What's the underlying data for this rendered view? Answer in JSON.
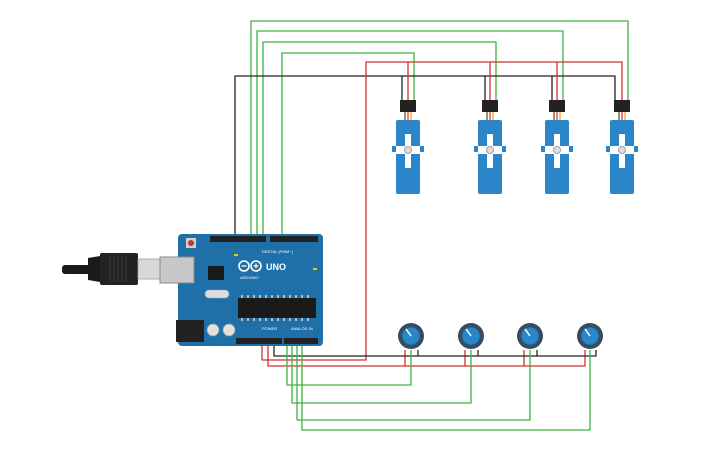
{
  "diagram": {
    "components": {
      "board": {
        "digital_label": "DIGITAL (PWM~)",
        "brand_label": "ARDUINO",
        "model_label": "UNO",
        "power_label": "POWER",
        "analog_label": "ANALOG IN"
      },
      "servos": [
        {
          "id": "servo-1"
        },
        {
          "id": "servo-2"
        },
        {
          "id": "servo-3"
        },
        {
          "id": "servo-4"
        }
      ],
      "potentiometers": [
        {
          "id": "pot-1"
        },
        {
          "id": "pot-2"
        },
        {
          "id": "pot-3"
        },
        {
          "id": "pot-4"
        }
      ]
    },
    "wire_colors": {
      "signal": "#3cb43c",
      "power": "#d32f2f",
      "ground": "#222222"
    },
    "colors": {
      "board": "#1f6fa8",
      "servo_body": "#2a86c8",
      "pot_body": "#3a4a5a",
      "usb_cable": "#1a1a1a"
    }
  }
}
